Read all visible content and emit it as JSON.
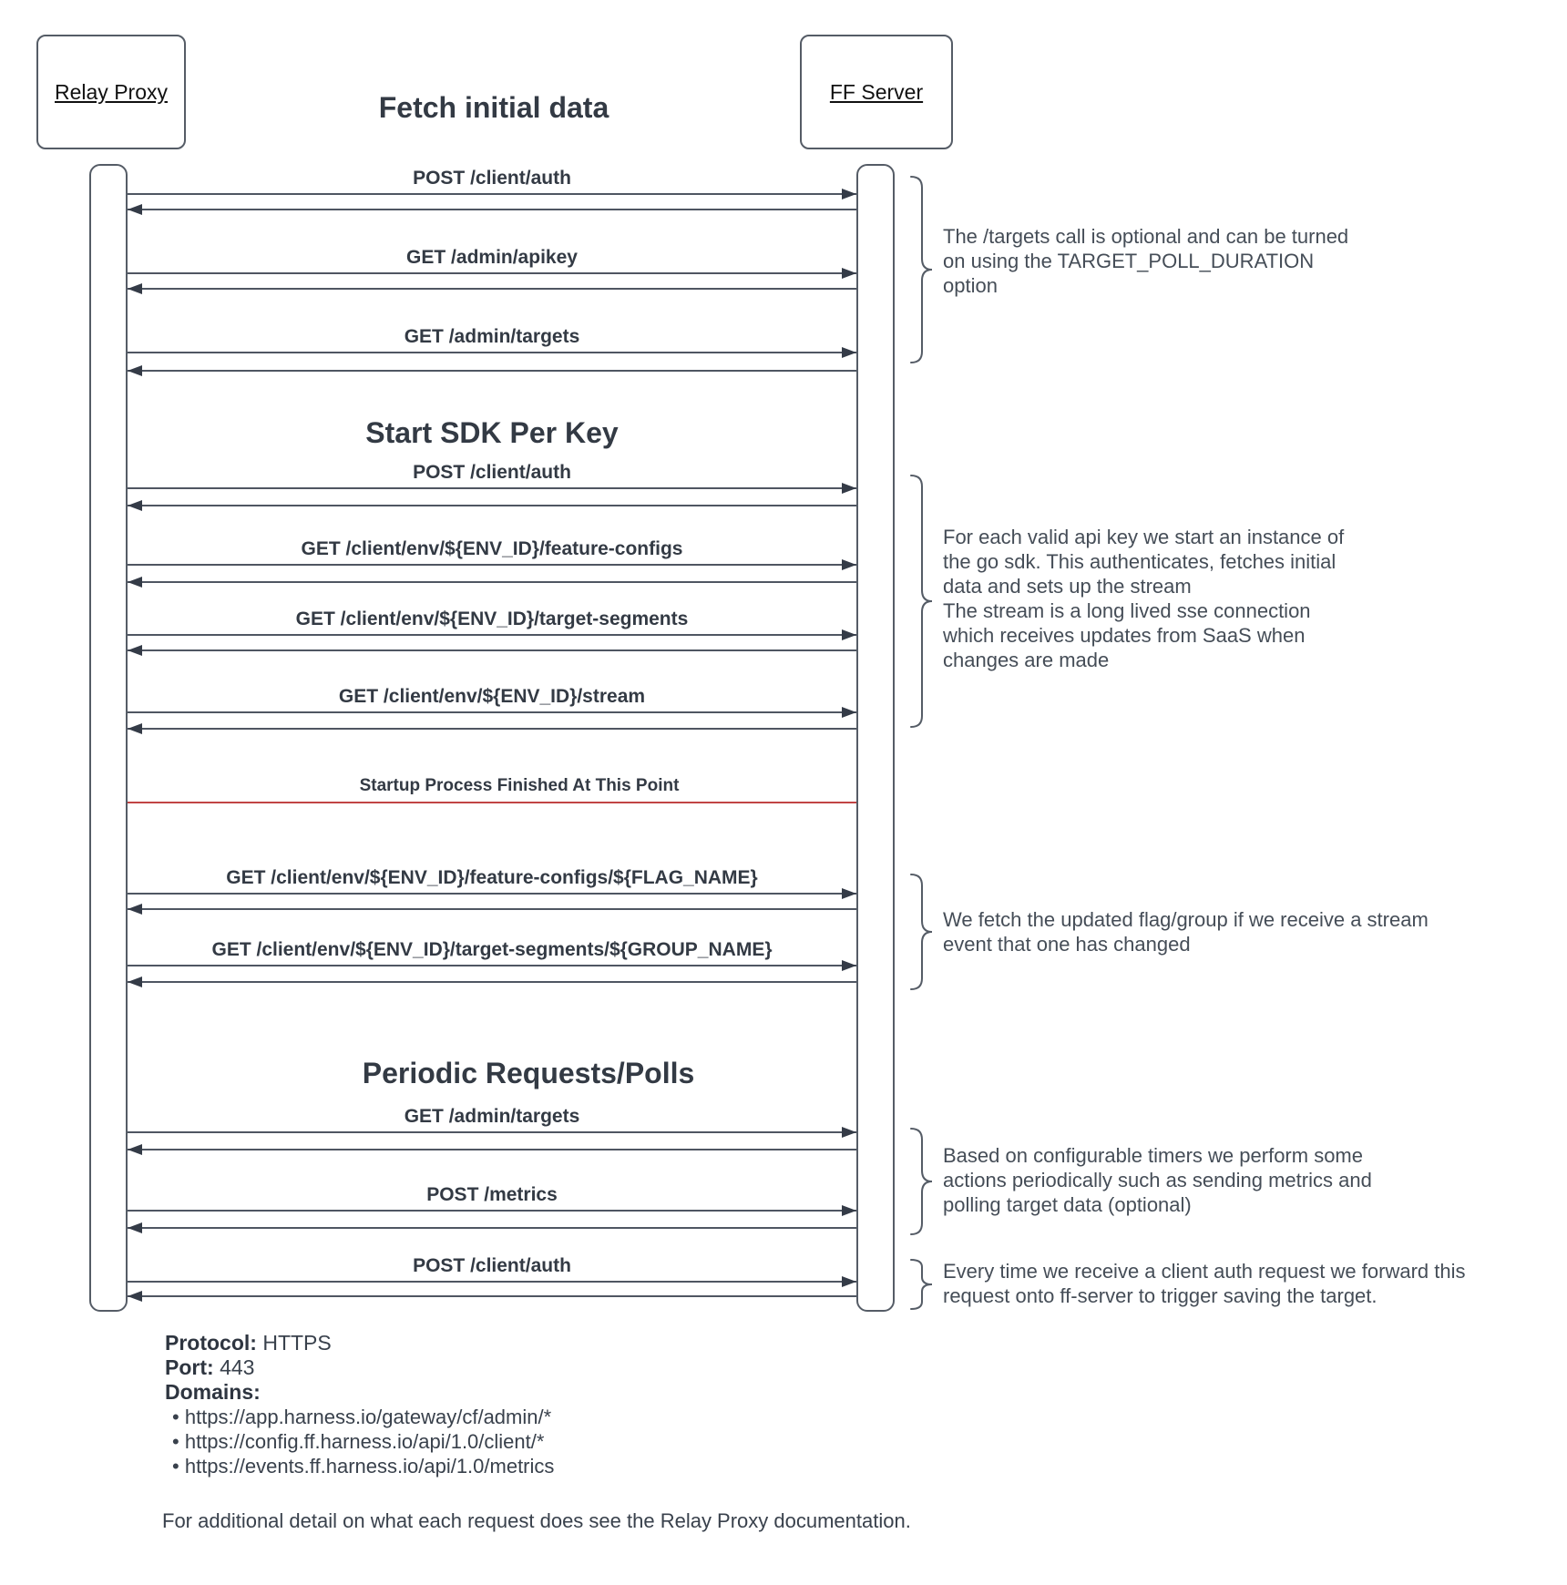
{
  "diagram": {
    "title": "Fetch initial data",
    "actors": {
      "left": "Relay Proxy",
      "right": "FF Server"
    },
    "sections": {
      "sdk": "Start SDK Per Key",
      "periodic": "Periodic Requests/Polls"
    },
    "separator_label": "Startup Process Finished At This Point"
  },
  "messages": [
    {
      "label": "POST /client/auth"
    },
    {
      "label": "GET /admin/apikey"
    },
    {
      "label": "GET /admin/targets"
    },
    {
      "label": "POST /client/auth"
    },
    {
      "label": "GET /client/env/${ENV_ID}/feature-configs"
    },
    {
      "label": "GET /client/env/${ENV_ID}/target-segments"
    },
    {
      "label": "GET /client/env/${ENV_ID}/stream"
    },
    {
      "label": "GET /client/env/${ENV_ID}/feature-configs/${FLAG_NAME}"
    },
    {
      "label": "GET /client/env/${ENV_ID}/target-segments/${GROUP_NAME}"
    },
    {
      "label": "GET /admin/targets"
    },
    {
      "label": "POST /metrics"
    },
    {
      "label": "POST /client/auth"
    }
  ],
  "annotations": [
    {
      "text": "The /targets call is optional and can be turned\non using the TARGET_POLL_DURATION\noption"
    },
    {
      "text": "For each valid api key we start an instance of\nthe go sdk. This authenticates, fetches initial\ndata and sets up the stream\nThe stream is a long lived sse connection\nwhich receives updates from SaaS when\nchanges are made"
    },
    {
      "text": "We fetch the updated flag/group if we receive a stream\nevent that one has changed"
    },
    {
      "text": "Based on configurable timers we perform some\nactions periodically such as sending metrics and\npolling target data (optional)"
    },
    {
      "text": "Every time we receive a client auth request we forward this\nrequest onto ff-server to trigger saving the target."
    }
  ],
  "footer_info": {
    "protocol_label": "Protocol:",
    "protocol_value": "HTTPS",
    "port_label": "Port:",
    "port_value": "443",
    "domains_label": "Domains:",
    "domains": [
      "https://app.harness.io/gateway/cf/admin/*",
      "https://config.ff.harness.io/api/1.0/client/*",
      "https://events.ff.harness.io/api/1.0/metrics"
    ]
  },
  "footer_note": "For additional detail on what each request does see the Relay Proxy documentation.",
  "colors": {
    "separator_red": "#c14444",
    "line": "#4f5662",
    "text_dark": "#333a44"
  }
}
